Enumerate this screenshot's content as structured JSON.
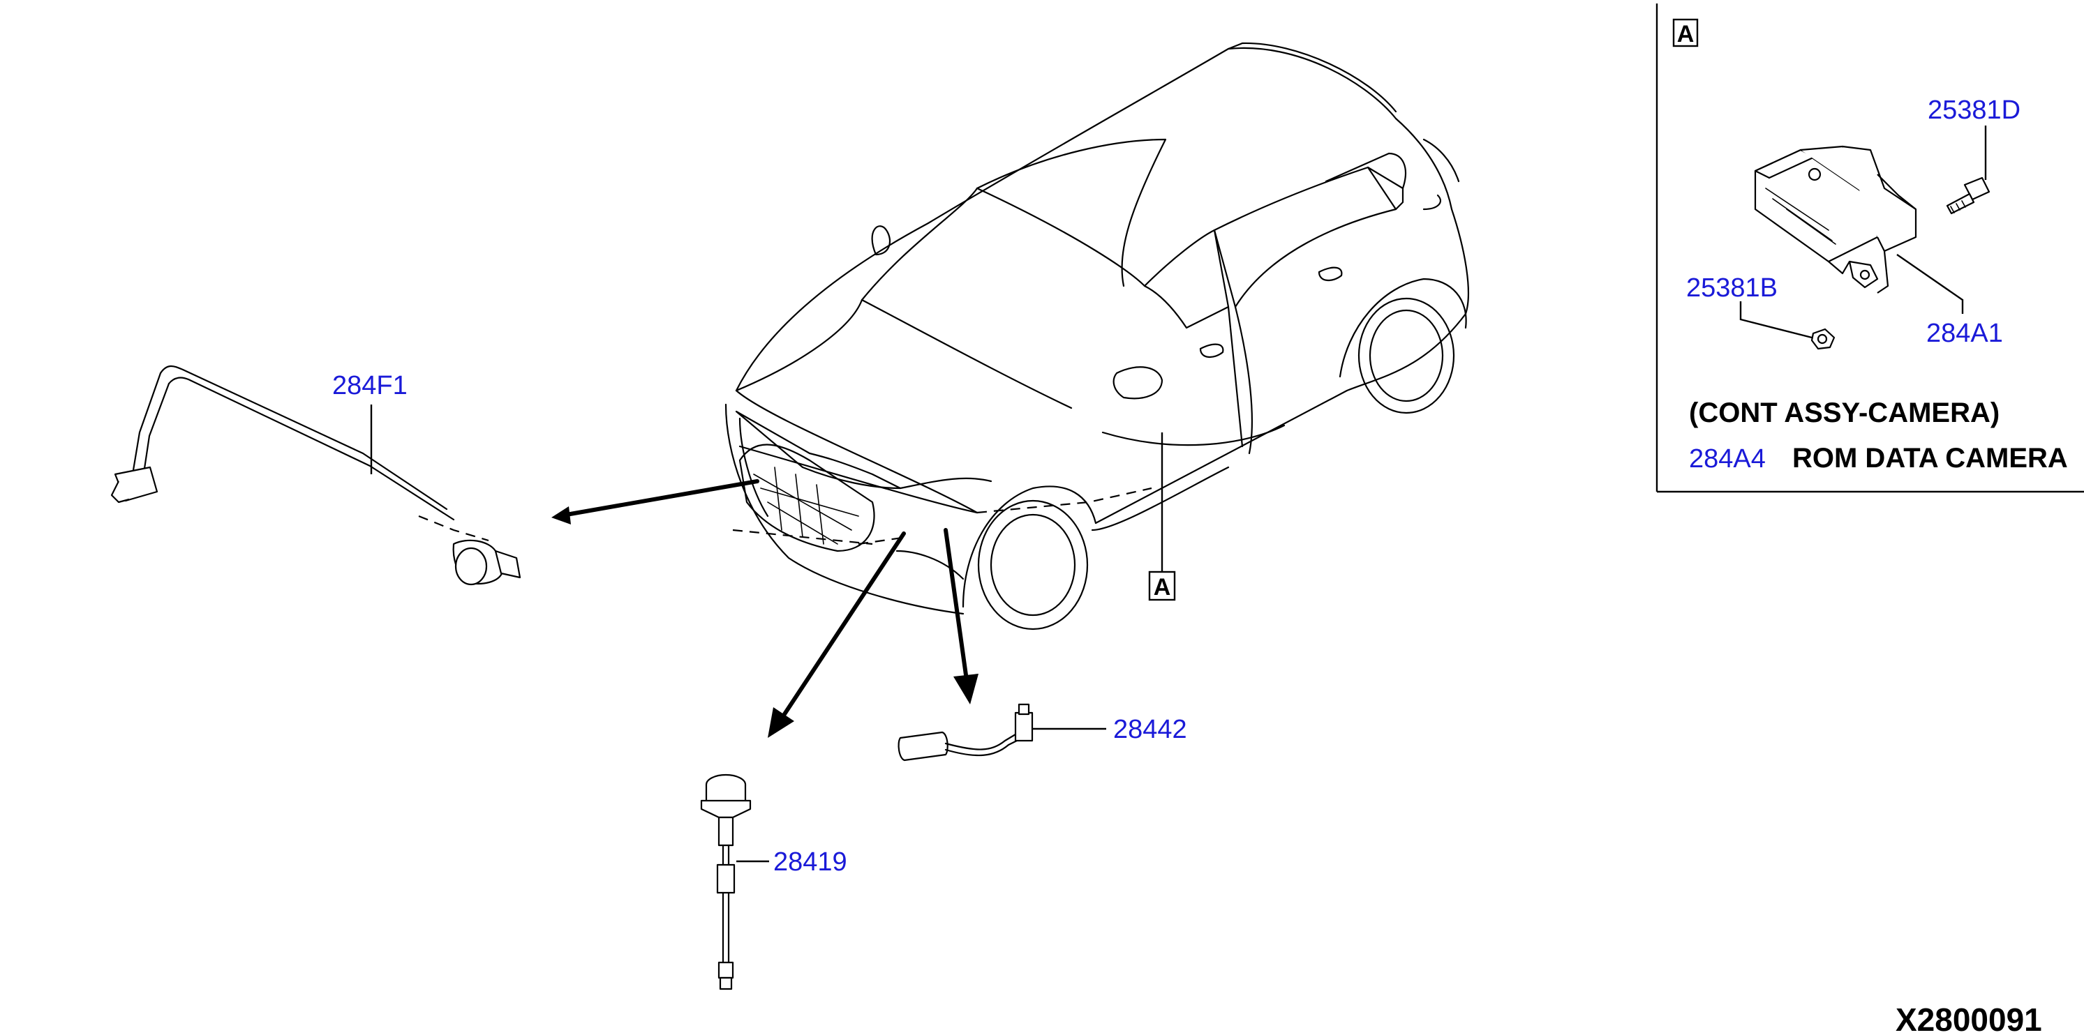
{
  "callouts": {
    "p284F1": "284F1",
    "p28442": "28442",
    "p28419": "28419",
    "p25381D": "25381D",
    "p25381B": "25381B",
    "p284A1": "284A1",
    "p284A4": "284A4"
  },
  "inset": {
    "marker": "A",
    "assembly_label": "(CONT ASSY-CAMERA)",
    "rom_label": "ROM DATA CAMERA"
  },
  "vehicle": {
    "marker": "A"
  },
  "diagram_ref": "X2800091"
}
